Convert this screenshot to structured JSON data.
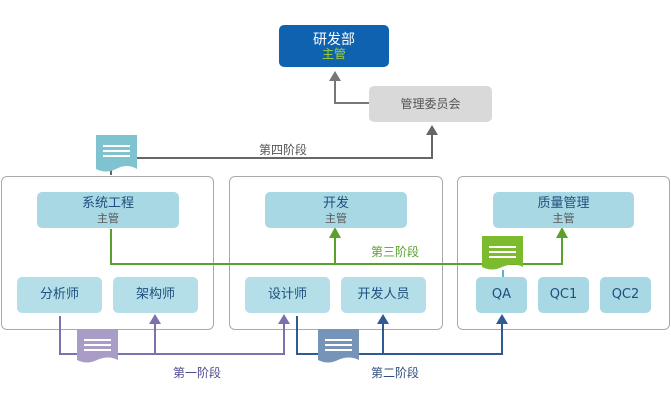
{
  "top": {
    "title": "研发部",
    "subtitle": "主管"
  },
  "committee": {
    "title": "管理委员会"
  },
  "groups": [
    {
      "head": {
        "title": "系统工程",
        "subtitle": "主管"
      },
      "members": [
        "分析师",
        "架构师"
      ]
    },
    {
      "head": {
        "title": "开发",
        "subtitle": "主管"
      },
      "members": [
        "设计师",
        "开发人员"
      ]
    },
    {
      "head": {
        "title": "质量管理",
        "subtitle": "主管"
      },
      "members": [
        "QA",
        "QC1",
        "QC2"
      ]
    }
  ],
  "phases": [
    {
      "label": "第一阶段",
      "color": "#7a72ad"
    },
    {
      "label": "第二阶段",
      "color": "#2f5a93"
    },
    {
      "label": "第三阶段",
      "color": "#5aa02c"
    },
    {
      "label": "第四阶段",
      "color": "#666666"
    }
  ],
  "documents": [
    {
      "icon": "document-icon",
      "color": "#7fc3d0",
      "phase": "第四阶段"
    },
    {
      "icon": "document-icon",
      "color": "#a99dc8",
      "phase": "第一阶段"
    },
    {
      "icon": "document-icon",
      "color": "#7693b8",
      "phase": "第二阶段"
    },
    {
      "icon": "document-icon",
      "color": "#7dbb2e",
      "phase": "第三阶段"
    }
  ]
}
